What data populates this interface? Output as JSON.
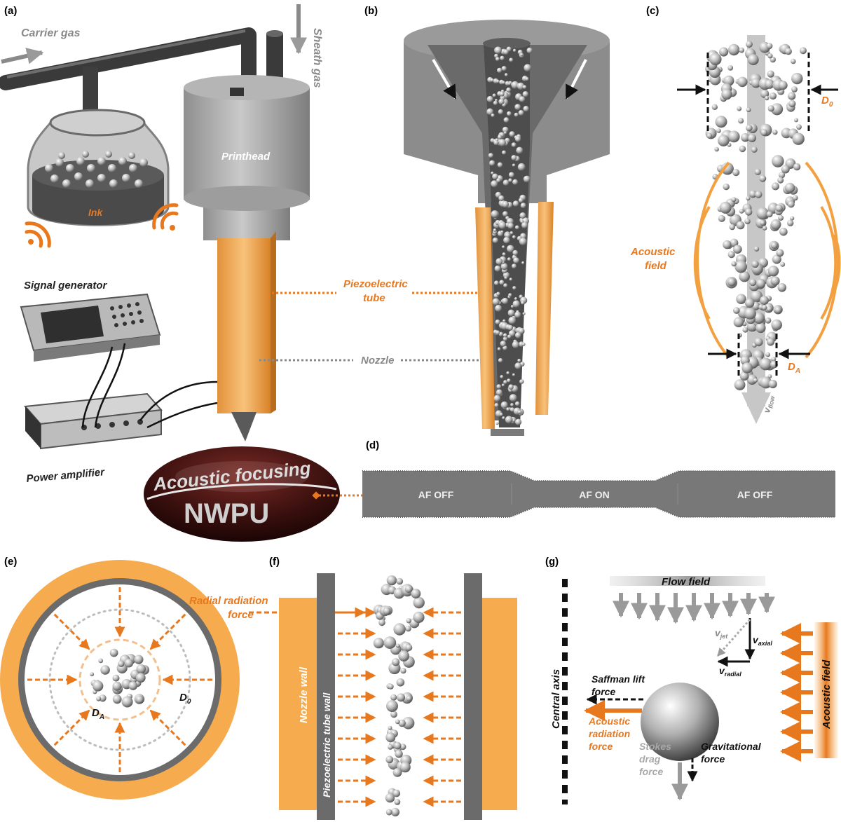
{
  "panels": {
    "a": "(a)",
    "b": "(b)",
    "c": "(c)",
    "d": "(d)",
    "e": "(e)",
    "f": "(f)",
    "g": "(g)"
  },
  "panel_a": {
    "carrier_gas": "Carrier gas",
    "sheath_gas": "Sheath gas",
    "printhead": "Printhead",
    "ink": "Ink",
    "signal_generator": "Signal generator",
    "power_amplifier": "Power amplifier",
    "substrate_text_1": "Acoustic focusing",
    "substrate_text_2": "NWPU"
  },
  "shared": {
    "piezo_tube_1": "Piezoelectric",
    "piezo_tube_2": "tube",
    "nozzle": "Nozzle"
  },
  "panel_c": {
    "d0": "D",
    "d0_sub": "0",
    "acoustic_field_1": "Acoustic",
    "acoustic_field_2": "field",
    "da": "D",
    "da_sub": "A",
    "vflow": "v",
    "vflow_sub": "flow"
  },
  "panel_d": {
    "segments": [
      "AF OFF",
      "AF ON",
      "AF OFF"
    ]
  },
  "panel_e": {
    "radial_force_1": "Radial radiation",
    "radial_force_2": "force",
    "da": "D",
    "da_sub": "A",
    "d0": "D",
    "d0_sub": "0"
  },
  "panel_f": {
    "nozzle_wall": "Nozzle wall",
    "piezo_wall": "Piezoelectric tube wall"
  },
  "panel_g": {
    "flow_field": "Flow field",
    "central_axis": "Central axis",
    "acoustic_field": "Acoustic field",
    "vjet": "v",
    "vjet_sub": "jet",
    "vaxial": "v",
    "vaxial_sub": "axial",
    "vradial": "v",
    "vradial_sub": "radial",
    "saffman_1": "Saffman lift",
    "saffman_2": "force",
    "acoustic_rad_1": "Acoustic",
    "acoustic_rad_2": "radiation",
    "acoustic_rad_3": "force",
    "stokes_1": "Stokes",
    "stokes_2": "drag",
    "stokes_3": "force",
    "grav_1": "Gravitational",
    "grav_2": "force"
  },
  "colors": {
    "accent_orange": "#e8781d",
    "piezo_orange": "#f6a94a",
    "wall_grey": "#6b6b6b",
    "label_grey": "#8a8a8a"
  }
}
